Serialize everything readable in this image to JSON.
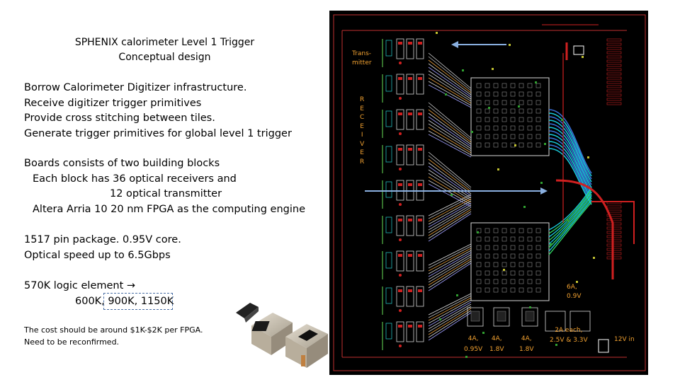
{
  "title": {
    "line1": "SPHENIX calorimeter Level 1 Trigger",
    "line2": "Conceptual design"
  },
  "block1": [
    "Borrow Calorimeter Digitizer infrastructure.",
    "Receive digitizer trigger primitives",
    "Provide cross stitching between tiles.",
    "Generate trigger primitives for global level 1 trigger"
  ],
  "block2": [
    "Boards consists of two building blocks",
    "Each block has 36 optical receivers and",
    "12 optical transmitter",
    "Altera Arria 10 20 nm FPGA as the computing engine"
  ],
  "block3": [
    "1517 pin package. 0.95V core.",
    "Optical speed up to 6.5Gbps"
  ],
  "block4": {
    "line1": "570K logic element ",
    "arrow": "→",
    "opt1": "600K,",
    "opt2": "900K, 1150K"
  },
  "note": [
    "The cost should be around $1K-$2K per FPGA.",
    "Need to be reconfirmed."
  ],
  "pcb": {
    "transmitter": [
      "Trans-",
      "mitter"
    ],
    "receiver": [
      "R",
      "E",
      "C",
      "E",
      "I",
      "V",
      "E",
      "R"
    ],
    "power_4a_1": [
      "4A,",
      "0.95V"
    ],
    "power_4a_2": [
      "4A,",
      "1.8V"
    ],
    "power_4a_3": [
      "4A,",
      "1.8V"
    ],
    "power_2a": [
      "2A each,",
      "2.5V & 3.3V"
    ],
    "power_6a": [
      "6A,",
      "0.9V"
    ],
    "power_in": "12V in"
  },
  "colors": {
    "pcb_bg": "#000000",
    "trace_red": "#d02020",
    "trace_cyan": "#18c8d8",
    "trace_blue": "#3a6fd8",
    "label_orange": "#f0a030",
    "arrow_blue": "#8ab0e0"
  }
}
